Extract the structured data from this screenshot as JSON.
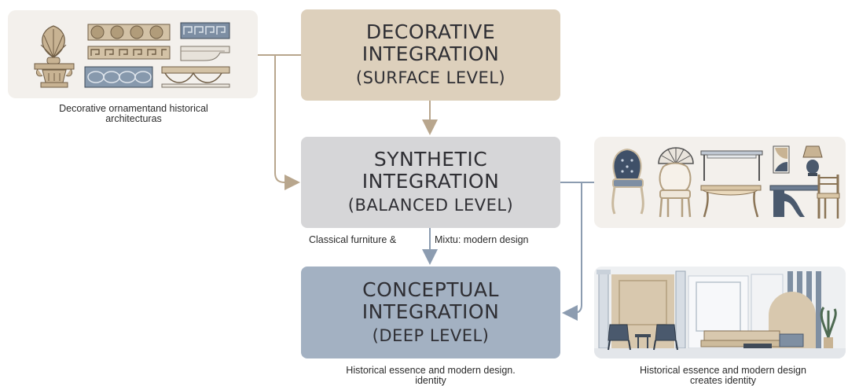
{
  "boxes": {
    "decorative": {
      "line1": "DECORATIVE",
      "line2": "INTEGRATION",
      "line3": "(SURFACE LEVEL)"
    },
    "synthetic": {
      "line1": "SYNTHETIC",
      "line2": "INTEGRATION",
      "line3": "(BALANCED LEVEL)"
    },
    "conceptual": {
      "line1": "CONCEPTUAL",
      "line2": "INTEGRATION",
      "line3": "(DEEP LEVEL)"
    }
  },
  "captions": {
    "ornament_line1": "Decorative ornamentand historical",
    "ornament_line2": "architecturas",
    "deep_line1": "Historical essence and modern design.",
    "deep_line2": "identity",
    "interior_line1": "Historical essence and modern design",
    "interior_line2": "creates identity"
  },
  "labels": {
    "classical": "Classical furniture &",
    "mixture": "Mixtu: modern design"
  },
  "colors": {
    "decorative": "#ddd0bc",
    "synthetic": "#d6d6d8",
    "conceptual": "#a3b1c2",
    "arrow_tan": "#b8a68d",
    "arrow_blue": "#8c9cb0"
  },
  "icons": {
    "ornament_panel": [
      "palmette-ornament-icon",
      "egg-and-dart-frieze-icon",
      "greek-key-frieze-icon",
      "cornice-molding-icon",
      "capital-ornament-icon",
      "guilloche-frieze-icon",
      "swag-molding-icon"
    ],
    "furniture_panel": [
      "tufted-armchair-icon",
      "fan-window-icon",
      "console-table-icon",
      "wall-art-icon",
      "table-lamp-icon",
      "side-chair-icon",
      "classic-table-icon",
      "modern-desk-icon",
      "dining-chair-icon"
    ],
    "interior_panel": [
      "classical-interior-scene-icon"
    ]
  }
}
